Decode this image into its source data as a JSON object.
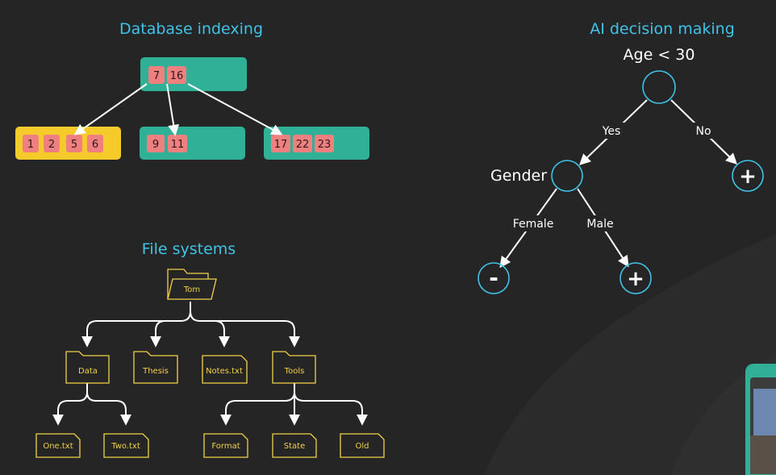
{
  "titles": {
    "database": "Database indexing",
    "ai": "AI decision making",
    "files": "File systems"
  },
  "btree": {
    "root_keys": [
      "7",
      "16"
    ],
    "leaves": [
      {
        "keys": [
          "1",
          "2",
          "5",
          "6"
        ],
        "color": "yellow"
      },
      {
        "keys": [
          "9",
          "11"
        ],
        "color": "teal"
      },
      {
        "keys": [
          "17",
          "22",
          "23"
        ],
        "color": "teal"
      }
    ]
  },
  "decision_tree": {
    "root_question": "Age < 30",
    "yes_label": "Yes",
    "no_label": "No",
    "gender_question": "Gender",
    "female_label": "Female",
    "male_label": "Male",
    "leaf_no": "+",
    "leaf_female": "-",
    "leaf_male": "+"
  },
  "filesystem": {
    "root": "Tom",
    "level1": [
      "Data",
      "Thesis",
      "Notes.txt",
      "Tools"
    ],
    "data_children": [
      "One.txt",
      "Two.txt"
    ],
    "tools_children": [
      "Format",
      "State",
      "Old"
    ]
  },
  "colors": {
    "background": "#252525",
    "title": "#3fc3e8",
    "teal_node": "#2fb097",
    "yellow_node": "#f4cb2a",
    "key_cell": "#f07f7f",
    "folder_outline": "#f2d04a",
    "decision_circle": "#3fc3e8"
  }
}
